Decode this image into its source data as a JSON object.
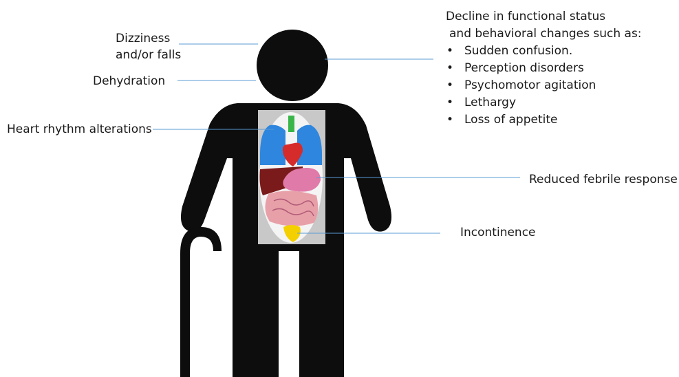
{
  "labels": {
    "dizziness_line1": "Dizziness",
    "dizziness_line2": "and/or falls",
    "dehydration": "Dehydration",
    "heart_rhythm": "Heart rhythm alterations",
    "decline_line1": "Decline in functional status",
    "decline_line2": "and behavioral changes such as:",
    "decline_items": [
      "Sudden confusion.",
      "Perception disorders",
      "Psychomotor agitation",
      "Lethargy",
      "Loss of appetite"
    ],
    "febrile": "Reduced febrile response",
    "incontinence": "Incontinence"
  },
  "colors": {
    "figure": "#0d0d0d",
    "leader_line": "#5b9bd5",
    "lung": "#2e86de",
    "heart": "#d62b2b",
    "liver": "#7a1a1a",
    "stomach": "#e07aa8",
    "intestine": "#e8a0a8",
    "bladder": "#f5d000",
    "torso_panel": "#c8c8c8"
  },
  "icons": [
    "person-with-cane-icon",
    "internal-organs-icon"
  ]
}
